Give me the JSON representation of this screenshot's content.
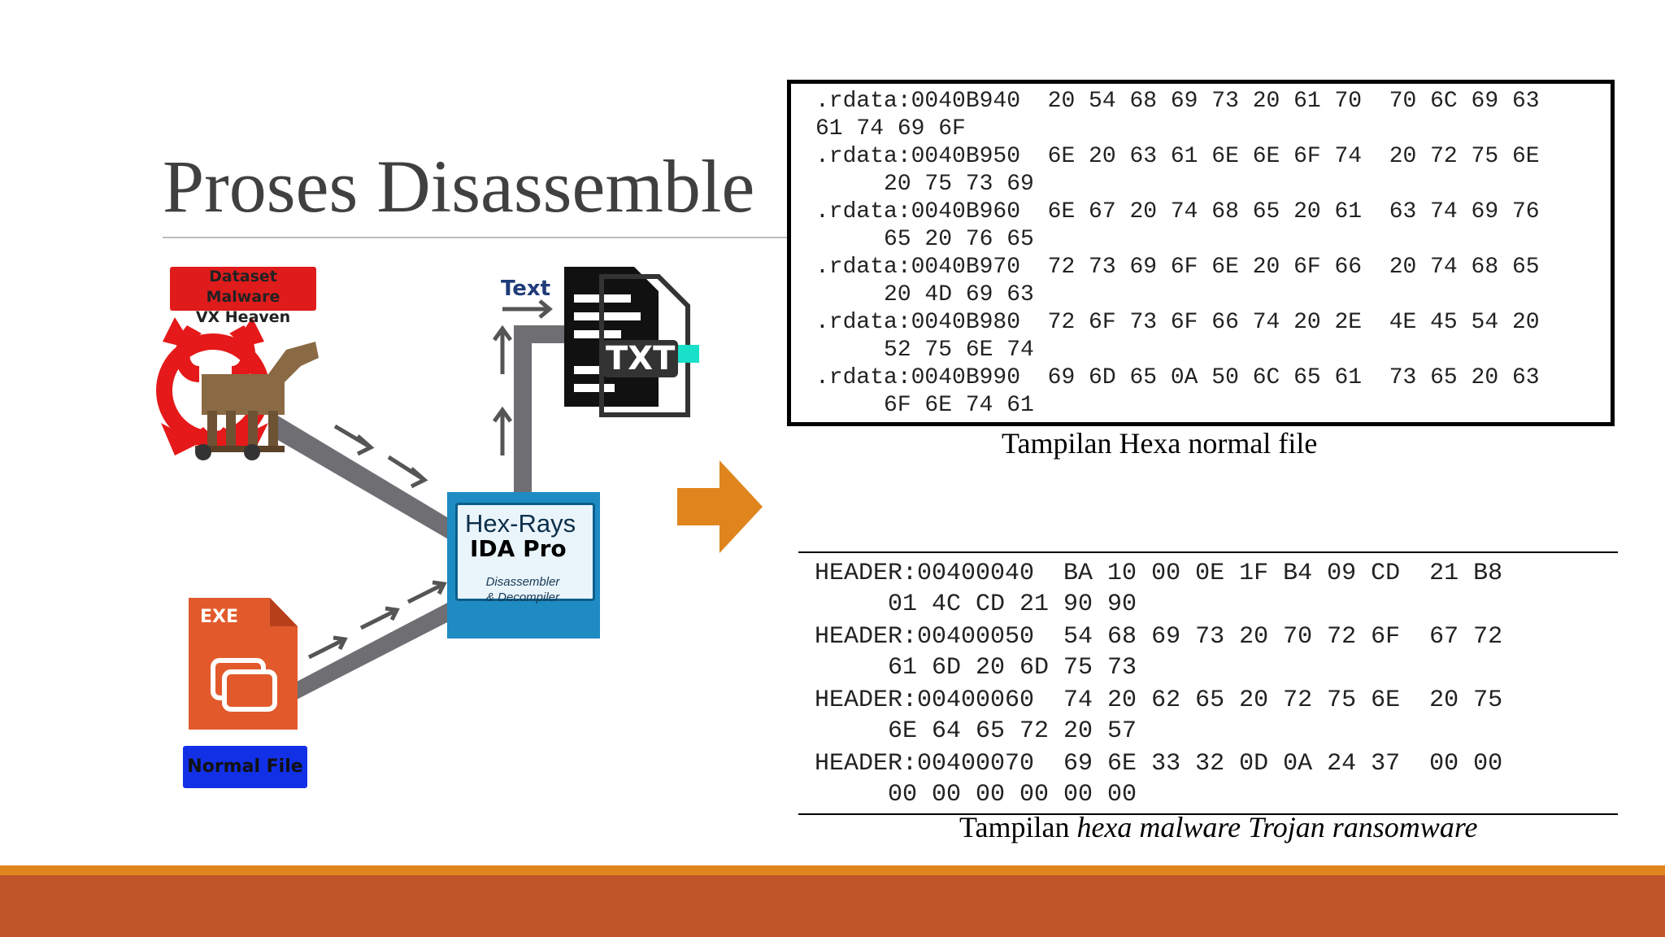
{
  "slide": {
    "title": "Proses Disassemble"
  },
  "diagram": {
    "dataset_label_line1": "Dataset Malware",
    "dataset_label_line2": "VX Heaven",
    "normal_label": "Normal File",
    "text_label": "Text",
    "exe_icon_text": "EXE",
    "txt_icon_text": "TXT",
    "ida_title1": "Hex-Rays",
    "ida_title2": "IDA Pro",
    "ida_sub_line1": "Disassembler",
    "ida_sub_line2": "& Decompiler"
  },
  "hex_normal": {
    "lines": [
      ".rdata:0040B940  20 54 68 69 73 20 61 70  70 6C 69 63",
      "61 74 69 6F",
      ".rdata:0040B950  6E 20 63 61 6E 6E 6F 74  20 72 75 6E",
      "     20 75 73 69",
      ".rdata:0040B960  6E 67 20 74 68 65 20 61  63 74 69 76",
      "     65 20 76 65",
      ".rdata:0040B970  72 73 69 6F 6E 20 6F 66  20 74 68 65",
      "     20 4D 69 63",
      ".rdata:0040B980  72 6F 73 6F 66 74 20 2E  4E 45 54 20",
      "     52 75 6E 74",
      ".rdata:0040B990  69 6D 65 0A 50 6C 65 61  73 65 20 63",
      "     6F 6E 74 61"
    ],
    "caption": "Tampilan Hexa normal file"
  },
  "hex_malware": {
    "lines": [
      "HEADER:00400040  BA 10 00 0E 1F B4 09 CD  21 B8",
      "     01 4C CD 21 90 90",
      "HEADER:00400050  54 68 69 73 20 70 72 6F  67 72",
      "     61 6D 20 6D 75 73",
      "HEADER:00400060  74 20 62 65 20 72 75 6E  20 75",
      "     6E 64 65 72 20 57",
      "HEADER:00400070  69 6E 33 32 0D 0A 24 37  00 00",
      "     00 00 00 00 00 00"
    ],
    "caption_plain": "Tampilan ",
    "caption_italic": "hexa malware Trojan ransomware"
  },
  "colors": {
    "footer_orange": "#e0851e",
    "footer_rust": "#bf5529",
    "arrow_orange": "#e0851e",
    "dataset_red": "#e01b1b",
    "normal_blue": "#1230e6",
    "ida_blue": "#1e8bc3"
  },
  "icons": [
    "biohazard-icon",
    "trojan-horse-icon",
    "exe-file-icon",
    "txt-file-icon",
    "ida-pro-logo",
    "right-arrow-icon"
  ]
}
